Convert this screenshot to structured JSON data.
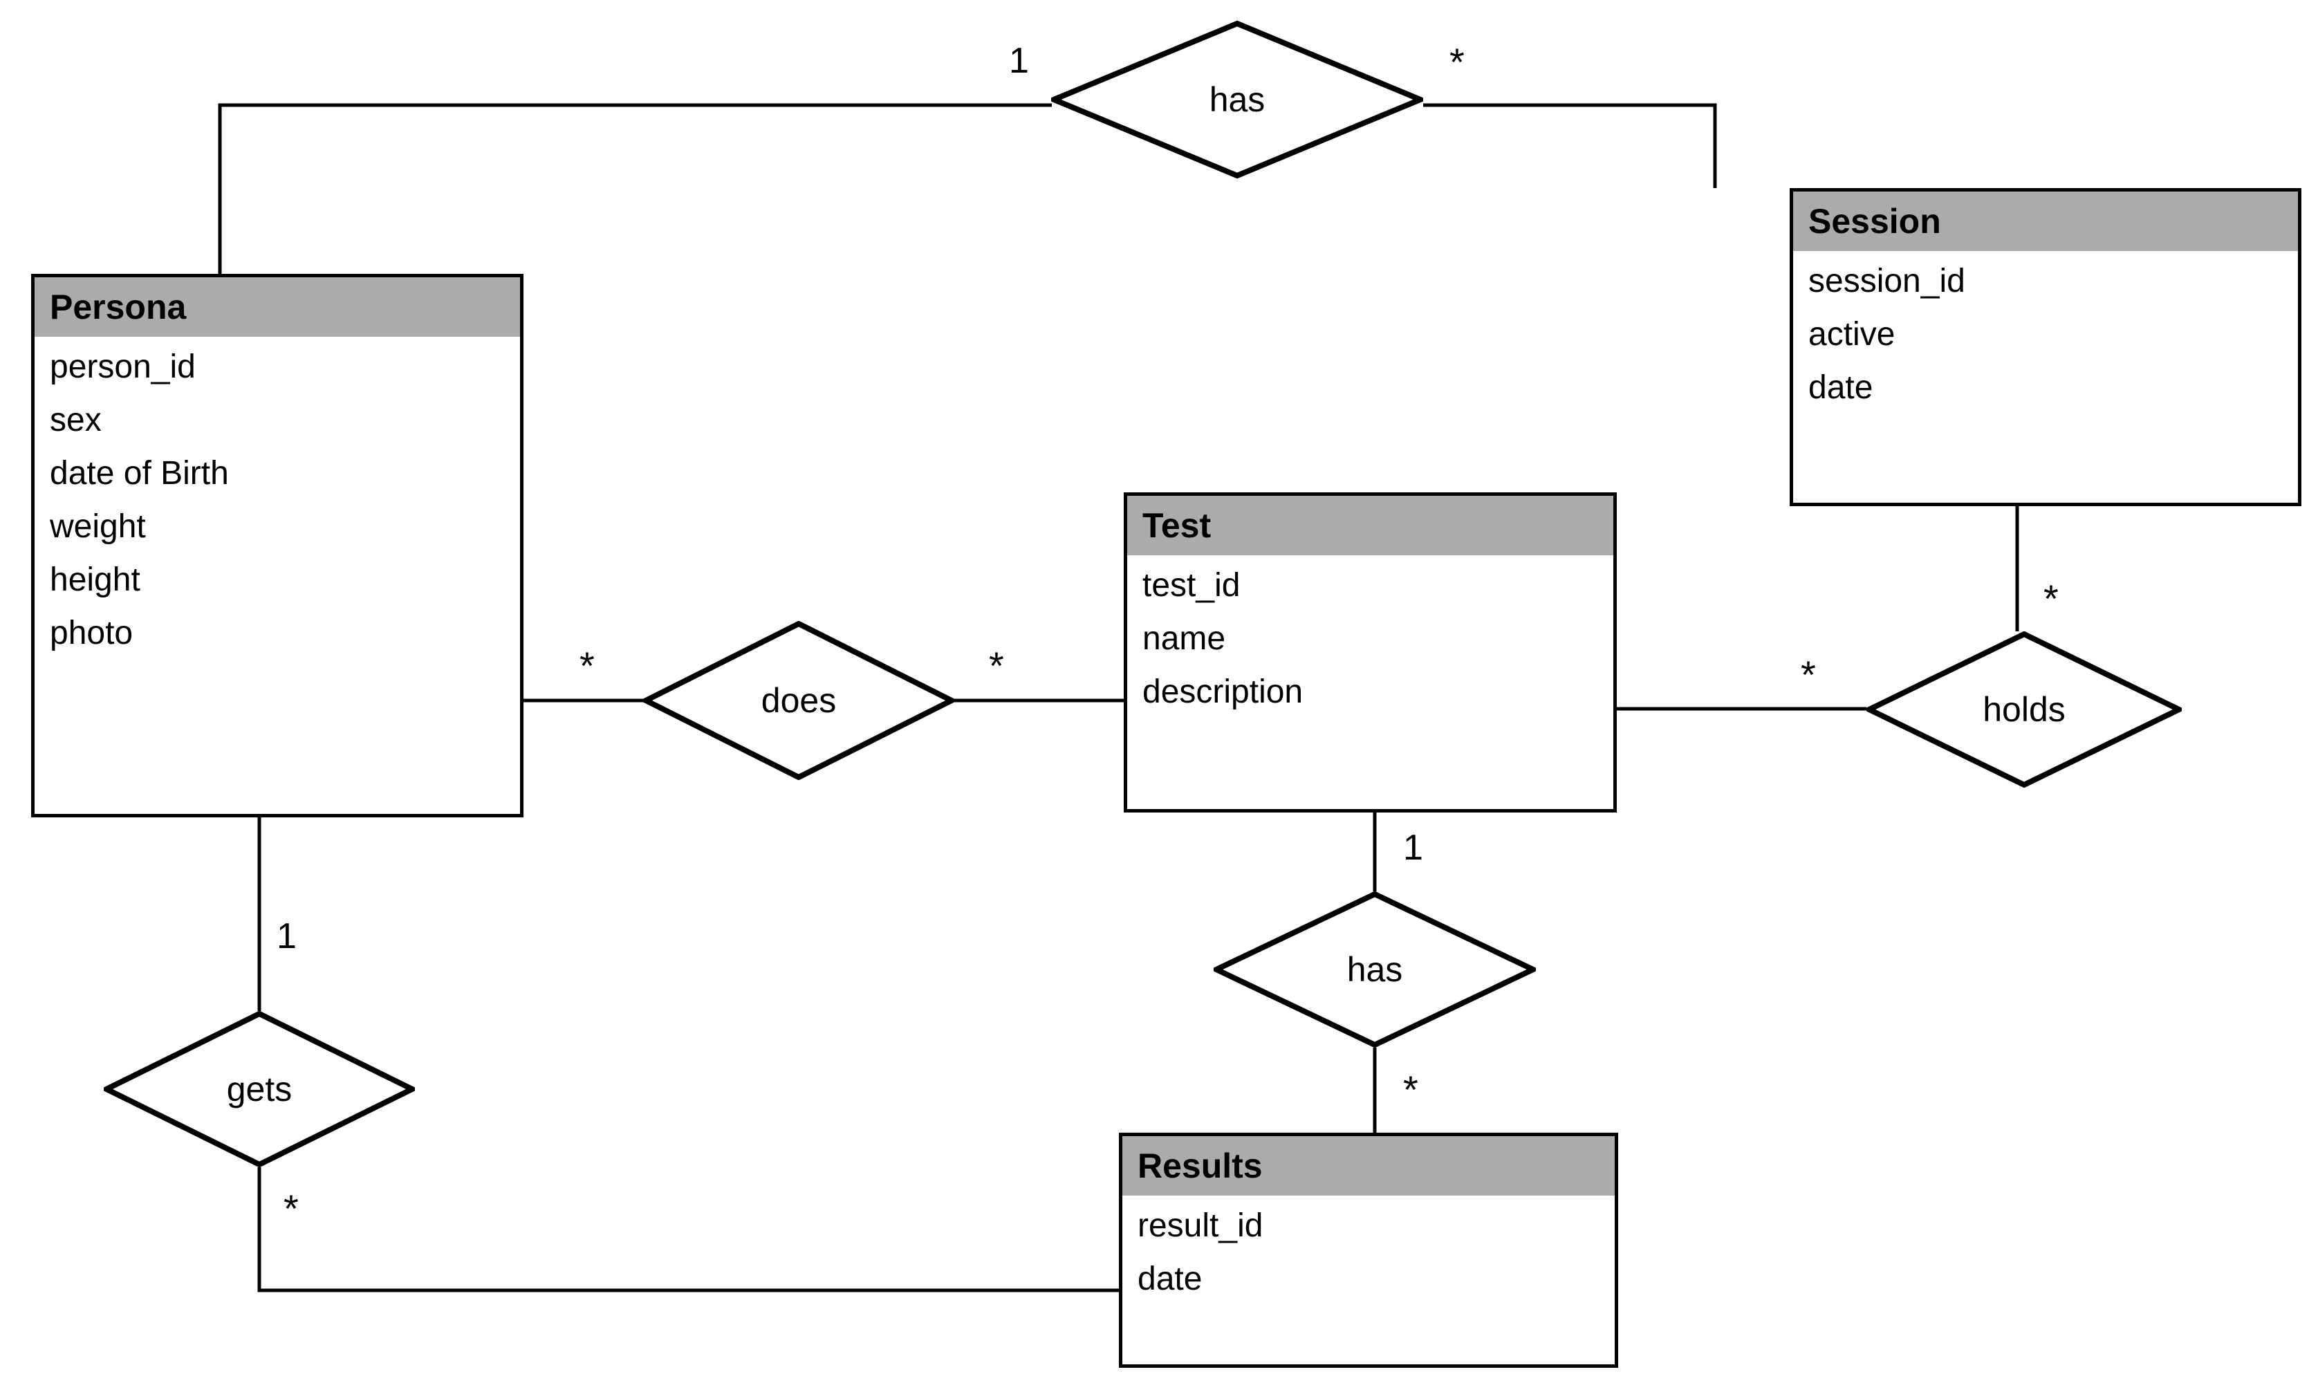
{
  "diagram": {
    "type": "entity-relationship-diagram",
    "notation": "chen",
    "background_color": "#FFFFFF",
    "line_color": "#000000",
    "entity_header_color": "#ABABAB",
    "entity_body_color": "#FFFFFF"
  },
  "entities": [
    {
      "id": "persona",
      "name": "Persona",
      "attributes": [
        "person_id",
        "sex",
        "date of Birth",
        "weight",
        "height",
        "photo"
      ]
    },
    {
      "id": "session",
      "name": "Session",
      "attributes": [
        "session_id",
        "active",
        "date"
      ]
    },
    {
      "id": "test",
      "name": "Test",
      "attributes": [
        "test_id",
        "name",
        "description"
      ]
    },
    {
      "id": "results",
      "name": "Results",
      "attributes": [
        "result_id",
        "date"
      ]
    }
  ],
  "relationships": [
    {
      "id": "has-persona-session",
      "label": "has",
      "from": "Persona",
      "to": "Session",
      "from_cardinality": "1",
      "to_cardinality": "*"
    },
    {
      "id": "does-persona-test",
      "label": "does",
      "from": "Persona",
      "to": "Test",
      "from_cardinality": "*",
      "to_cardinality": "*"
    },
    {
      "id": "holds-test-session",
      "label": "holds",
      "from": "Test",
      "to": "Session",
      "from_cardinality": "*",
      "to_cardinality": "*"
    },
    {
      "id": "has-test-results",
      "label": "has",
      "from": "Test",
      "to": "Results",
      "from_cardinality": "1",
      "to_cardinality": "*"
    },
    {
      "id": "gets-persona-results",
      "label": "gets",
      "from": "Persona",
      "to": "Results",
      "from_cardinality": "1",
      "to_cardinality": "*"
    }
  ],
  "cardinality_labels": {
    "has_top_left": "1",
    "has_top_right": "*",
    "does_left": "*",
    "does_right": "*",
    "holds_left": "*",
    "holds_top": "*",
    "has_mid_top": "1",
    "has_mid_bottom": "*",
    "gets_top": "1",
    "gets_bottom": "*"
  }
}
